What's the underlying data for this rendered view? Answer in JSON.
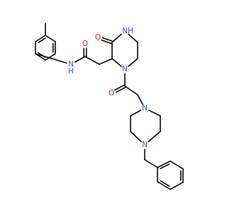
{
  "molecule": {
    "atoms": [
      {
        "id": "CH3",
        "label": ""
      },
      {
        "id": "T1",
        "label": ""
      },
      {
        "id": "T2",
        "label": ""
      },
      {
        "id": "T3",
        "label": ""
      },
      {
        "id": "T4",
        "label": ""
      },
      {
        "id": "T5",
        "label": ""
      },
      {
        "id": "T6",
        "label": ""
      },
      {
        "id": "N_amide",
        "label": "N"
      },
      {
        "id": "H_amide",
        "label": "H"
      },
      {
        "id": "C_amide",
        "label": ""
      },
      {
        "id": "O_amide",
        "label": "O"
      },
      {
        "id": "CH2_a",
        "label": ""
      },
      {
        "id": "P1",
        "label": ""
      },
      {
        "id": "P2",
        "label": ""
      },
      {
        "id": "O_ring",
        "label": "O"
      },
      {
        "id": "N_H",
        "label": "N"
      },
      {
        "id": "H_ring",
        "label": "H"
      },
      {
        "id": "P5",
        "label": ""
      },
      {
        "id": "P6",
        "label": ""
      },
      {
        "id": "N_ring",
        "label": "N"
      },
      {
        "id": "C_acyl",
        "label": ""
      },
      {
        "id": "O_acyl",
        "label": "O"
      },
      {
        "id": "CH2_b",
        "label": ""
      },
      {
        "id": "Q1",
        "label": "N"
      },
      {
        "id": "Q2",
        "label": ""
      },
      {
        "id": "Q3",
        "label": ""
      },
      {
        "id": "Q4",
        "label": "N"
      },
      {
        "id": "Q5",
        "label": ""
      },
      {
        "id": "Q6",
        "label": ""
      },
      {
        "id": "CH2_bn",
        "label": ""
      },
      {
        "id": "B1",
        "label": ""
      },
      {
        "id": "B2",
        "label": ""
      },
      {
        "id": "B3",
        "label": ""
      },
      {
        "id": "B4",
        "label": ""
      },
      {
        "id": "B5",
        "label": ""
      },
      {
        "id": "B6",
        "label": ""
      }
    ],
    "bonds": [
      {
        "a": "CH3",
        "b": "T1",
        "order": 1
      },
      {
        "a": "T1",
        "b": "T2",
        "order": 2
      },
      {
        "a": "T2",
        "b": "T3",
        "order": 1
      },
      {
        "a": "T3",
        "b": "T4",
        "order": 2
      },
      {
        "a": "T4",
        "b": "T5",
        "order": 1
      },
      {
        "a": "T5",
        "b": "T6",
        "order": 2
      },
      {
        "a": "T6",
        "b": "T1",
        "order": 1
      },
      {
        "a": "T3",
        "b": "N_amide",
        "order": 1
      },
      {
        "a": "N_amide",
        "b": "C_amide",
        "order": 1
      },
      {
        "a": "C_amide",
        "b": "O_amide",
        "order": 2
      },
      {
        "a": "C_amide",
        "b": "CH2_a",
        "order": 1
      },
      {
        "a": "CH2_a",
        "b": "P1",
        "order": 1
      },
      {
        "a": "P1",
        "b": "P2",
        "order": 1
      },
      {
        "a": "P2",
        "b": "O_ring",
        "order": 2
      },
      {
        "a": "P2",
        "b": "N_H",
        "order": 1
      },
      {
        "a": "N_H",
        "b": "P5",
        "order": 1
      },
      {
        "a": "P5",
        "b": "P6",
        "order": 1
      },
      {
        "a": "P6",
        "b": "N_ring",
        "order": 1
      },
      {
        "a": "N_ring",
        "b": "P1",
        "order": 1
      },
      {
        "a": "N_ring",
        "b": "C_acyl",
        "order": 1
      },
      {
        "a": "C_acyl",
        "b": "O_acyl",
        "order": 2
      },
      {
        "a": "C_acyl",
        "b": "CH2_b",
        "order": 1
      },
      {
        "a": "CH2_b",
        "b": "Q1",
        "order": 1
      },
      {
        "a": "Q1",
        "b": "Q2",
        "order": 1
      },
      {
        "a": "Q2",
        "b": "Q3",
        "order": 1
      },
      {
        "a": "Q3",
        "b": "Q4",
        "order": 1
      },
      {
        "a": "Q4",
        "b": "Q5",
        "order": 1
      },
      {
        "a": "Q5",
        "b": "Q6",
        "order": 1
      },
      {
        "a": "Q6",
        "b": "Q1",
        "order": 1
      },
      {
        "a": "Q4",
        "b": "CH2_bn",
        "order": 1
      },
      {
        "a": "CH2_bn",
        "b": "B1",
        "order": 1
      },
      {
        "a": "B1",
        "b": "B2",
        "order": 2
      },
      {
        "a": "B2",
        "b": "B3",
        "order": 1
      },
      {
        "a": "B3",
        "b": "B4",
        "order": 2
      },
      {
        "a": "B4",
        "b": "B5",
        "order": 1
      },
      {
        "a": "B5",
        "b": "B6",
        "order": 2
      },
      {
        "a": "B6",
        "b": "B1",
        "order": 1
      }
    ]
  },
  "colors": {
    "bond": "#000000",
    "carbon": "#000000",
    "nitrogen": "#3050F8",
    "oxygen": "#FF0D0D",
    "background": "#FFFFFF"
  }
}
